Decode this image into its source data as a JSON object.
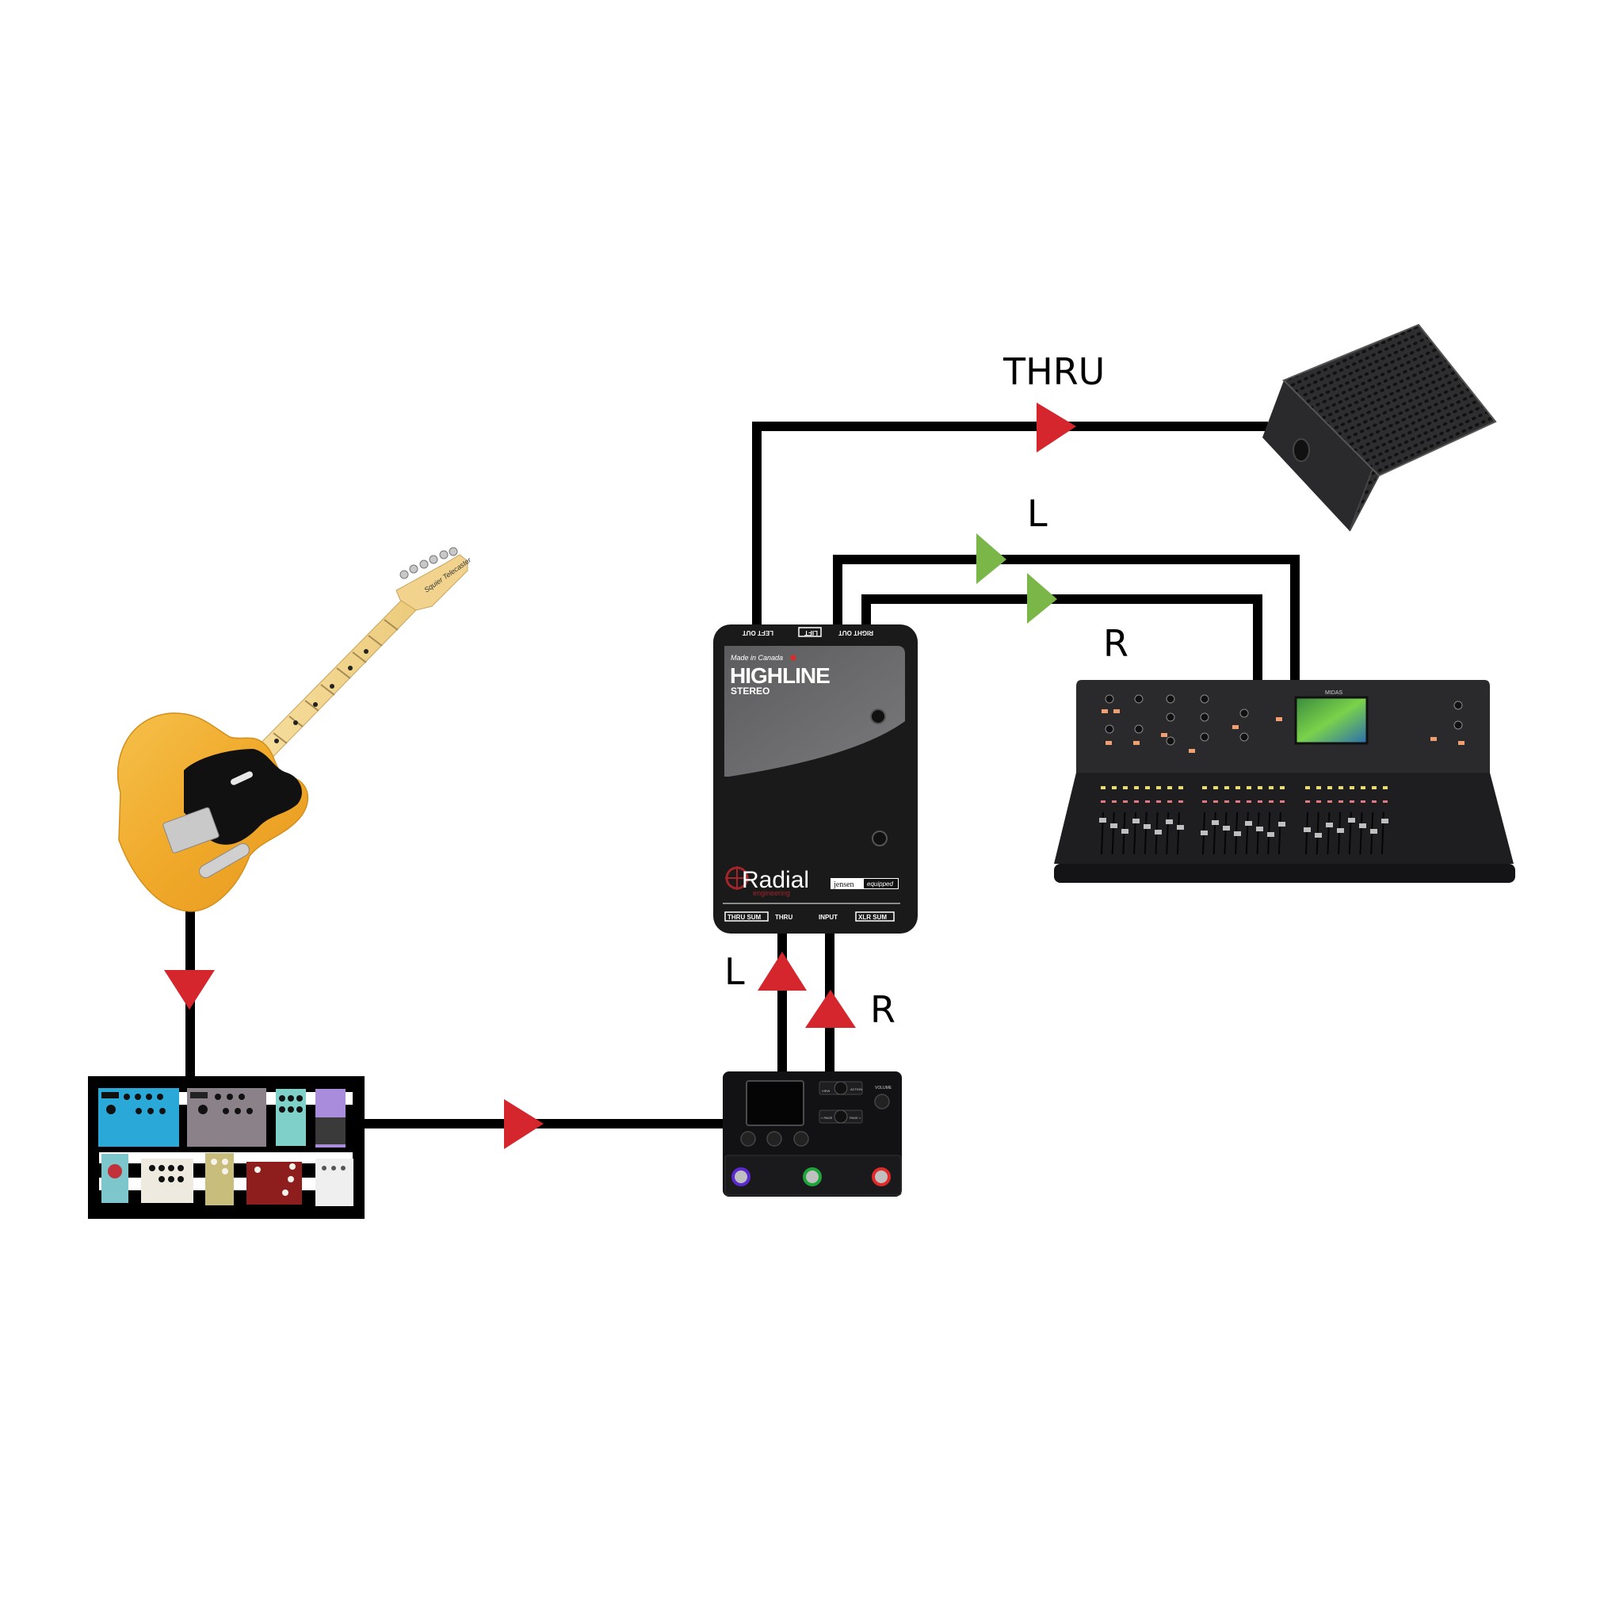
{
  "diagram": {
    "title": "Guitar to stereo DI signal flow",
    "colors": {
      "wire": "#000000",
      "arrow_red": "#d4262c",
      "arrow_green": "#7ab648",
      "background": "#ffffff"
    },
    "nodes": {
      "guitar": {
        "name": "Electric guitar",
        "headstock_logo": "Squier Telecaster"
      },
      "pedalboard": {
        "name": "Pedalboard"
      },
      "multi_effects": {
        "name": "Multi-effects floor unit",
        "knob_label": "VOLUME",
        "button_labels": [
          "VIEW",
          "ACTION",
          "< PAGE",
          "PAGE >"
        ]
      },
      "di_box": {
        "name": "Radial Highline Stereo DI",
        "made_in": "Made in Canada",
        "model": "HIGHLINE",
        "model_sub": "STEREO",
        "brand": "Radial",
        "brand_sub": "engineering",
        "badge_left": "jensen",
        "badge_right": "equipped",
        "top_ports": [
          "LEFT OUT",
          "LIFT",
          "RIGHT OUT"
        ],
        "bottom_ports": [
          "THRU SUM",
          "THRU",
          "INPUT",
          "XLR SUM"
        ]
      },
      "monitor": {
        "name": "Stage monitor speaker"
      },
      "mixer": {
        "name": "Digital mixing console",
        "brand": "MIDAS"
      }
    },
    "labels": {
      "thru": "THRU",
      "left_top": "L",
      "right_top": "R",
      "left_bottom": "L",
      "right_bottom": "R"
    },
    "connections": [
      {
        "from": "guitar",
        "to": "pedalboard",
        "arrow": "red",
        "direction": "down"
      },
      {
        "from": "pedalboard",
        "to": "multi_effects",
        "arrow": "red",
        "direction": "right"
      },
      {
        "from": "multi_effects",
        "to": "di_box",
        "channel": "L",
        "arrow": "red",
        "direction": "up"
      },
      {
        "from": "multi_effects",
        "to": "di_box",
        "channel": "R",
        "arrow": "red",
        "direction": "up"
      },
      {
        "from": "di_box",
        "to": "monitor",
        "channel": "THRU",
        "arrow": "red",
        "direction": "right"
      },
      {
        "from": "di_box",
        "to": "mixer",
        "channel": "L",
        "arrow": "green",
        "direction": "right"
      },
      {
        "from": "di_box",
        "to": "mixer",
        "channel": "R",
        "arrow": "green",
        "direction": "right"
      }
    ]
  }
}
